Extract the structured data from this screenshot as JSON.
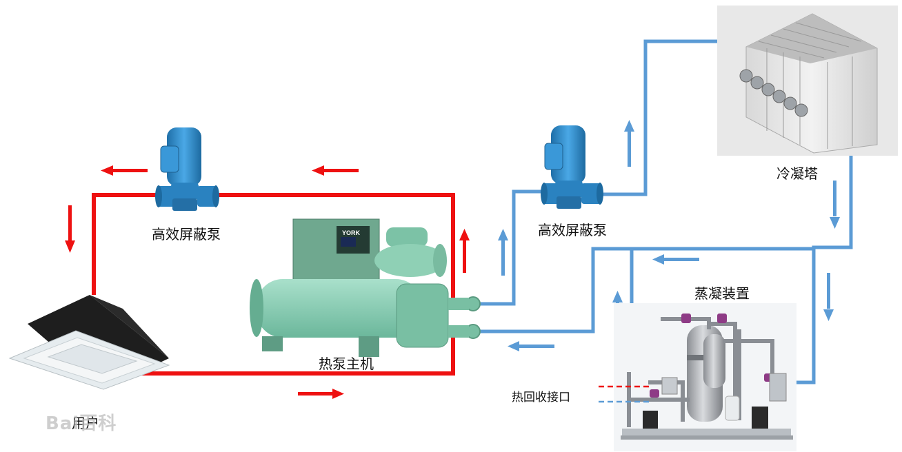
{
  "labels": {
    "pump_left": "高效屏蔽泵",
    "pump_right": "高效屏蔽泵",
    "heat_pump": "热泵主机",
    "cooling_tower": "冷凝塔",
    "condenser_device": "蒸凝装置",
    "heat_recovery": "热回收接口",
    "user": "用户"
  },
  "equipment": {
    "chiller_brand": "YORK"
  },
  "watermark": {
    "text": "Bai百科"
  },
  "colors": {
    "hot_loop": "#ee1111",
    "cold_loop": "#5b9bd5",
    "pump_body": "#2f8fd0",
    "chiller_body": "#8fd0b8",
    "chiller_panel": "#6fa88f"
  }
}
